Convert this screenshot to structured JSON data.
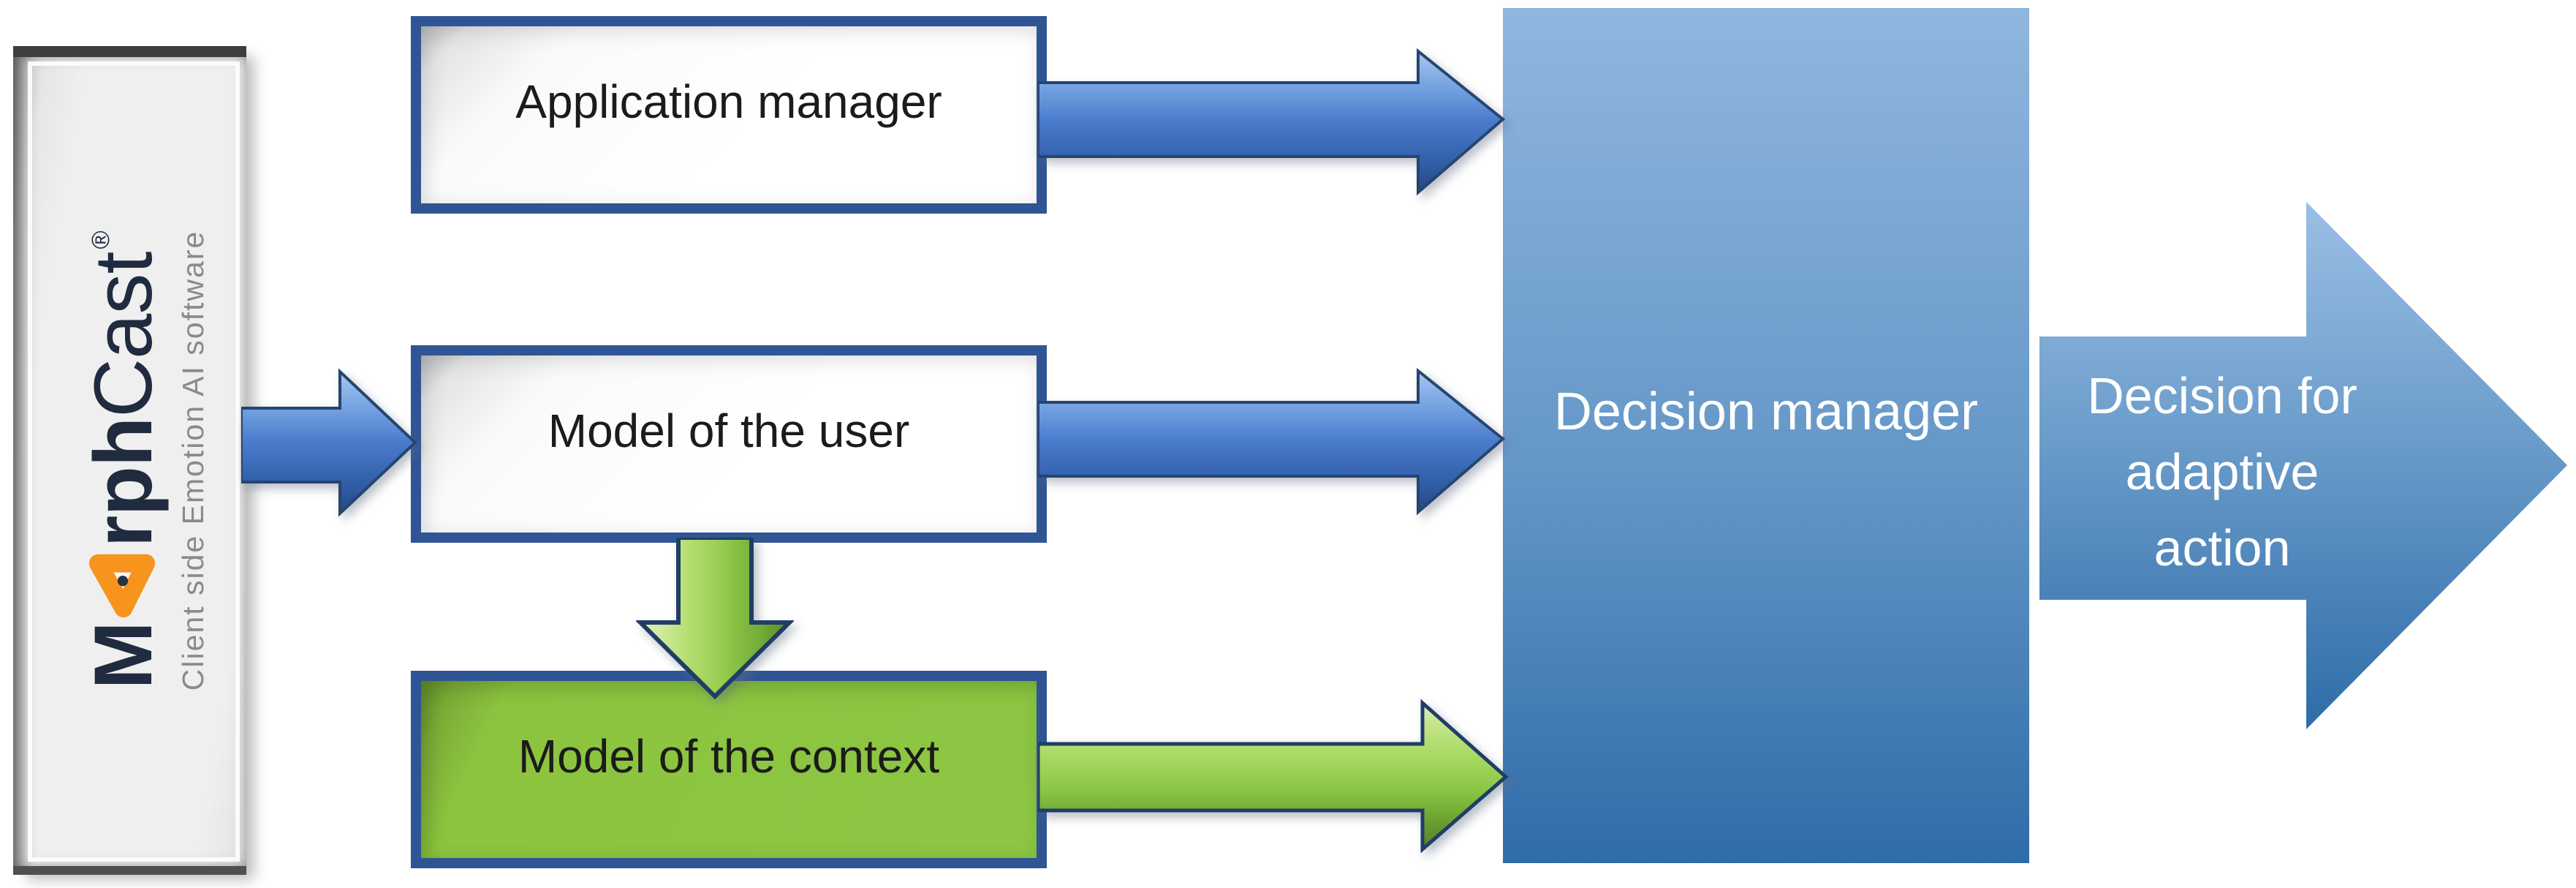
{
  "diagram": {
    "logo": {
      "m": "M",
      "rph": "rph",
      "cast": "Cast",
      "registered": "®",
      "subtitle": "Client side Emotion AI software",
      "o_icon": "orange-pick-icon"
    },
    "boxes": {
      "application_manager": {
        "label": "Application manager"
      },
      "model_of_user": {
        "label": "Model of the user"
      },
      "model_of_context": {
        "label": "Model of the context"
      },
      "decision_manager": {
        "label": "Decision manager"
      }
    },
    "output_arrow": {
      "lines": [
        "Decision for",
        "adaptive",
        "action"
      ]
    },
    "colors": {
      "box_border_blue": "#2f5595",
      "green_fill": "#8dc643",
      "decision_gradient_top": "#8fb6de",
      "decision_gradient_bottom": "#2f6ca9",
      "blue_arrow_mid": "#4a7bcc",
      "green_arrow_mid": "#8ac544",
      "arrow_outline_navy": "#1f3e66",
      "brand_navy": "#202b40",
      "brand_orange": "#f7941d",
      "subtitle_gray": "#8a8a8a"
    }
  }
}
